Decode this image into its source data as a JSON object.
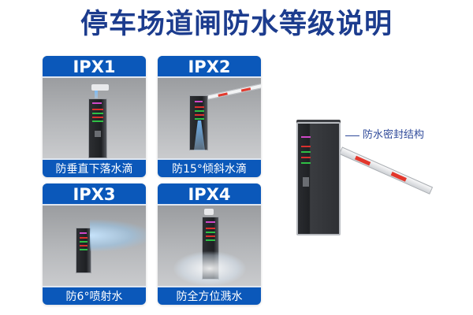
{
  "title": "停车场道闸防水等级说明",
  "colors": {
    "title": "#1c3c8e",
    "card_header": "#0b58ba",
    "callout": "#2f4a9a",
    "arm_stripe": "#e3372c"
  },
  "cards": [
    {
      "level": "IPX1",
      "description": "防垂直下落水滴",
      "illustration": "barrier-post-with-camera-vertical-drip"
    },
    {
      "level": "IPX2",
      "description": "防15°倾斜水滴",
      "illustration": "barrier-gate-tilted-drip"
    },
    {
      "level": "IPX3",
      "description": "防6°喷射水",
      "illustration": "barrier-post-water-spray"
    },
    {
      "level": "IPX4",
      "description": "防全方位溅水",
      "illustration": "barrier-post-splash"
    }
  ],
  "feature": {
    "callout": "防水密封结构",
    "illustration": "barrier-gate-with-striped-arm"
  }
}
